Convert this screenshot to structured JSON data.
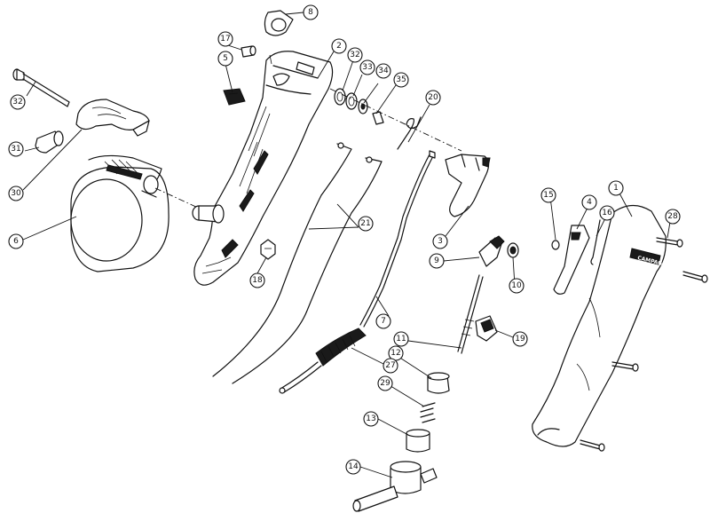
{
  "diagram": {
    "type": "exploded-parts-view",
    "callouts": [
      {
        "id": "c1",
        "label": "1"
      },
      {
        "id": "c2",
        "label": "2"
      },
      {
        "id": "c3",
        "label": "3"
      },
      {
        "id": "c4",
        "label": "4"
      },
      {
        "id": "c5",
        "label": "5"
      },
      {
        "id": "c6",
        "label": "6"
      },
      {
        "id": "c7",
        "label": "7"
      },
      {
        "id": "c8",
        "label": "8"
      },
      {
        "id": "c9",
        "label": "9"
      },
      {
        "id": "c10",
        "label": "10"
      },
      {
        "id": "c11",
        "label": "11"
      },
      {
        "id": "c12",
        "label": "12"
      },
      {
        "id": "c13",
        "label": "13"
      },
      {
        "id": "c14",
        "label": "14"
      },
      {
        "id": "c15",
        "label": "15"
      },
      {
        "id": "c16",
        "label": "16"
      },
      {
        "id": "c17",
        "label": "17"
      },
      {
        "id": "c18",
        "label": "18"
      },
      {
        "id": "c19",
        "label": "19"
      },
      {
        "id": "c20",
        "label": "20"
      },
      {
        "id": "c21",
        "label": "21"
      },
      {
        "id": "c27",
        "label": "27"
      },
      {
        "id": "c28",
        "label": "28"
      },
      {
        "id": "c29",
        "label": "29"
      },
      {
        "id": "c30",
        "label": "30"
      },
      {
        "id": "c31",
        "label": "31"
      },
      {
        "id": "c32a",
        "label": "32"
      },
      {
        "id": "c32b",
        "label": "32"
      },
      {
        "id": "c33",
        "label": "33"
      },
      {
        "id": "c34",
        "label": "34"
      },
      {
        "id": "c35",
        "label": "35"
      }
    ],
    "brand_logo": "CAMPAGNOLO"
  },
  "colors": {
    "line": "#111111",
    "background": "#ffffff",
    "fill_dark": "#1a1a1a"
  }
}
